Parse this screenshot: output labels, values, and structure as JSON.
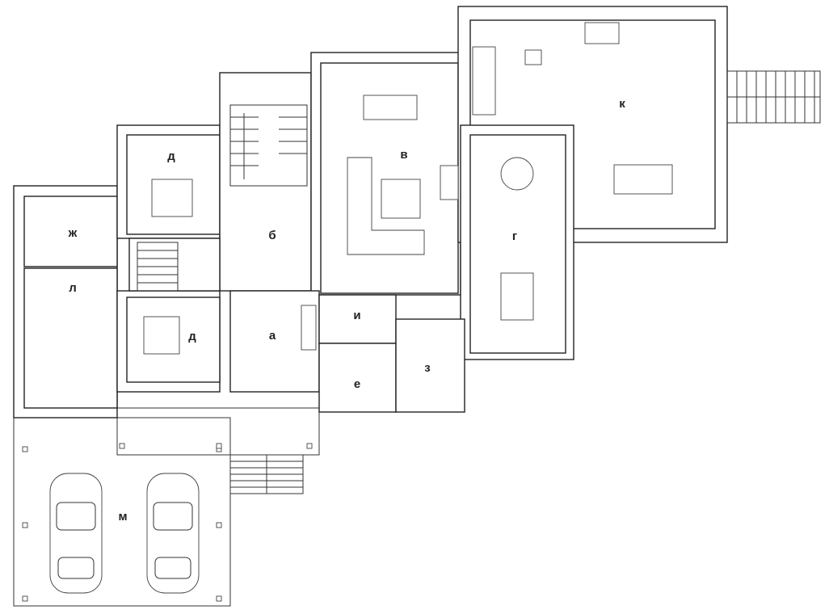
{
  "plan": {
    "rooms": {
      "bedroom_top": "д",
      "bedroom_bottom": "д",
      "utility": "ж",
      "boiler": "л",
      "stair_hall": "б",
      "living": "в",
      "entrance": "а",
      "pantry": "и",
      "wardrobe": "е",
      "bathroom": "з",
      "kitchen": "г",
      "terrace": "к",
      "garage": "м"
    }
  }
}
